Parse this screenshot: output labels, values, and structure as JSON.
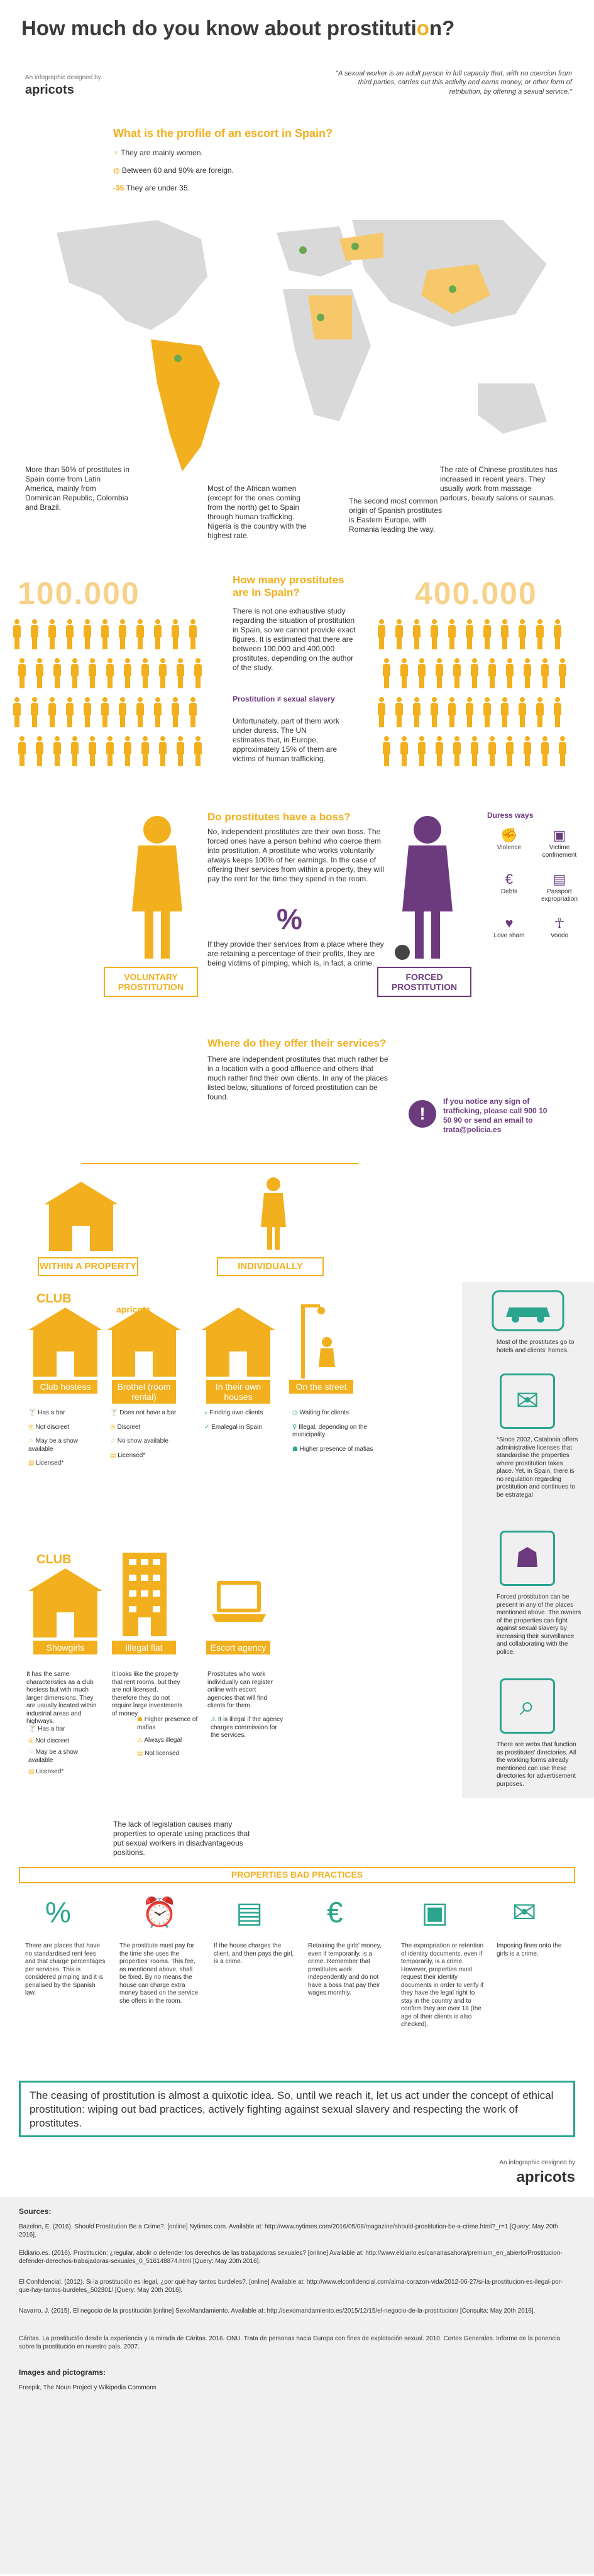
{
  "header": {
    "title_main": "How much do you know about prostituti",
    "title_o": "o",
    "title_end": "n?",
    "designed_by": "An infographic designed by",
    "brand": "apricots",
    "quote": "\"A sexual worker is an adult person in full capacity that, with no coercion from third parties, carries out this activity and earns money, or other form of retribution, by offering a sexual service.\""
  },
  "profile": {
    "question": "What is the profile of an escort in Spain?",
    "items": [
      "They are mainly women.",
      "Between 60 and 90% are foreign.",
      "They are under 35."
    ],
    "age_badge": "-35",
    "notes": {
      "latin": "More than 50% of prostitutes in Spain come from Latin America, mainly from Dominican Republic, Colombia and Brazil.",
      "africa": "Most of the African women (except for the ones coming from the north) get to Spain through human trafficking. Nigeria is the country with the highest rate.",
      "europe": "The second most common origin of Spanish prostitutes is Eastern Europe, with Romania leading the way.",
      "china": "The rate of Chinese prostitutes has increased in recent years. They usually work from massage parlours, beauty salons or saunas."
    }
  },
  "count": {
    "low": "100.000",
    "high": "400.000",
    "question": "How many prostitutes are in Spain?",
    "text": "There is not one exhaustive study regarding the situation of prostitution in Spain, so we cannot provide exact figures. It is estimated that there are between 100,000 and 400,000 prostitutes, depending on the author of the study.",
    "slavery_title": "Prostitution ≠ sexual slavery",
    "slavery_text": "Unfortunately, part of them work under duress. The UN estimates that, in Europe, approximately 15% of them are victims of human trafficking."
  },
  "boss": {
    "question": "Do prostitutes have a boss?",
    "text1": "No, independent prostitutes are their own boss. The forced ones have a person behind who coerce them into prostitution. A prostitute who works voluntarily always keeps 100% of her earnings. In the case of offering their services from within a property, they will pay the rent for the time they spend in the room.",
    "percent_symbol": "%",
    "text2": "If they provide their services from a place where they are retaining a percentage of their profits, they are being victims of pimping, which is, in fact, a crime.",
    "voluntary": "VOLUNTARY PROSTITUTION",
    "forced": "FORCED PROSTITUTION",
    "duress_title": "Duress ways",
    "duress": [
      "Violence",
      "Victime confinement",
      "Debts",
      "Passport expropriation",
      "Love sham",
      "Voodo"
    ]
  },
  "where": {
    "question": "Where do they offer their services?",
    "text": "There are independent prostitutes that much rather be in a location with a good affluence and others that much rather find their own clients. In any of the places listed below, situations of forced prostitution can be found.",
    "trafficking": "If you notice any sign of trafficking, please call 900 10 50 90 or send an email to trata@policia.es",
    "within": "WITHIN A PROPERTY",
    "individually": "INDIVIDUALLY"
  },
  "places": {
    "club": "Club hostess",
    "brothel": "Brothel (room rental)",
    "own_houses": "In their own houses",
    "street": "On the street",
    "showgirls": "Showgirls",
    "illegal_flat": "Illegal flat",
    "escort": "Escort agency",
    "club_sign": "CLUB",
    "club_feats": [
      "Has a bar",
      "Not discreet",
      "May be a show available",
      "Licensed*"
    ],
    "brothel_feats": [
      "Does not have a bar",
      "Discreet",
      "No show available",
      "Licensed*"
    ],
    "house_feats": [
      "Finding own clients",
      "Emalegal in Spain"
    ],
    "street_feats": [
      "Waiting for clients",
      "Illegal, depending on the municipality",
      "Higher presence of mafias"
    ],
    "show_text": "It has the same characteristics as a club hostess but with much larger dimensions. They are usually located within industrial areas and highways.",
    "show_feats": [
      "Has a bar",
      "Not discreet",
      "May be a show available",
      "Licensed*"
    ],
    "flat_text": "It looks like the property that rent rooms, but they are not licensed, therefore they do not require large investments of money.",
    "flat_feats": [
      "Higher presence of mafias",
      "Always illegal",
      "Not licensed"
    ],
    "escort_text": "Prostitutes who work individually can register online with escort agencies that will find clients for them.",
    "escort_feats": [
      "It is illegal if the agency charges commission for the services."
    ]
  },
  "side": {
    "home": "Most of the prostitutes go to hotels and clients' homes.",
    "licence": "*Since 2002, Catalonia offers administrative licenses that standardise the properties where prostitution takes place. Yet, in Spain, there is no regulation regarding prostitution and continues to be estrategal",
    "forced": "Forced prostitution can be present in any of the places mentioned above. The owners of the properties can fight against sexual slavery by increasing their surveillance and collaborating with the police.",
    "web": "There are webs that function as prostitutes' directories. All the working forms already mentioned can use these directories for advertisement purposes."
  },
  "legislation": "The lack of legislation causes many properties to operate using practices that put sexual workers in disadvantageous positions.",
  "bad": {
    "title": "PROPERTIES BAD PRACTICES",
    "items": [
      "There are places that have no standardised rent fees and that charge percentages per services. This is considered pimping and it is penalised by the Spanish law.",
      "The prostitute must pay for the time she uses the properties' rooms. This fee, as mentioned above, shall be fixed. By no means the house can charge extra money based on the service she offers in the room.",
      "If the house charges the client, and then pays the girl, is a crime.",
      "Retaining the girls' money, even if temporarily, is a crime. Remember that prostitutes work independently and do not have a boss that pay their wages monthly.",
      "The expropriation or retention of identity documents, even if temporarily, is a crime. However, properties must request their identity documents in order to verify if they have the legal right to stay in the country and to confirm they are over 18 (the age of their clients is also checked).",
      "Imposing fines onto the girls is a crime."
    ]
  },
  "conclusion": "The ceasing of prostitution is almost a quixotic idea. So, until we reach it, let us act under the concept of ethical prostitution: wiping out bad practices, actively fighting against sexual slavery and respecting the work of prostitutes.",
  "footer_designed": "An infographic designed by",
  "sources_title": "Sources:",
  "sources": [
    "Bazelon, E. (2016). Should Prostitution Be a Crime?. [online] Nytimes.com. Available at: http://www.nytimes.com/2016/05/08/magazine/should-prostitution-be-a-crime.html?_r=1 [Query: May 20th 2016].",
    "Eldiario.es. (2016). Prostitución: ¿regular, abolir o defender los derechos de las trabajadoras sexuales? [online] Available at: http://www.eldiario.es/canariasahora/premium_en_abierto/Prostitucion-defender-derechos-trabajadoras-sexuales_0_516148874.html [Query: May 20th 2016].",
    "El Confidencial. (2012). Si la prostitución es ilegal, ¿por qué hay tantos burdeles?. [online] Available at: http://www.elconfidencial.com/alma-corazon-vida/2012-06-27/si-la-prostitucion-es-ilegal-por-que-hay-tantos-burdeles_502301/ [Query: May 20th 2016].",
    "Navarro, J. (2015). El negocio de la prostitución [online] SexoMandamiento. Available at: http://sexomandamiento.es/2015/12/15/el-negocio-de-la-prostitucion/ [Consulta: May 20th 2016].",
    "Cáritas. La prostitución desde la experiencia y la mirada de Cáritas. 2016. ONU. Trata de personas hacia Europa con fines de explotación sexual. 2010. Cortes Generales. Informe de la ponencia sobre la prostitución en nuestro país. 2007."
  ],
  "images_title": "Images and pictograms:",
  "images_credit": "Freepik, The Noun Project y Wikipedia Commons",
  "colors": {
    "yellow": "#f2b01e",
    "purple": "#6c3b7e",
    "teal": "#2aa58e",
    "grey_bg": "#f0f0f0"
  }
}
